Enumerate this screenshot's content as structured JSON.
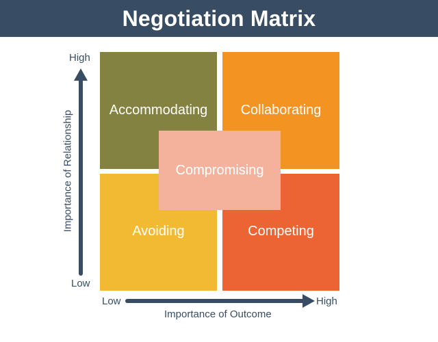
{
  "header": {
    "title": "Negotiation Matrix"
  },
  "quadrants": {
    "accommodating": "Accommodating",
    "collaborating": "Collaborating",
    "avoiding": "Avoiding",
    "competing": "Competing",
    "compromising": "Compromising"
  },
  "y_axis": {
    "label": "Importance of Relationship",
    "high": "High",
    "low": "Low"
  },
  "x_axis": {
    "label": "Importance of Outcome",
    "low": "Low",
    "high": "High"
  },
  "colors": {
    "header_bg": "#384d63",
    "accommodating": "#838240",
    "collaborating": "#f39322",
    "avoiding": "#f2ba33",
    "competing": "#ec6434",
    "compromising": "#f4b29d",
    "axis": "#384d63"
  }
}
